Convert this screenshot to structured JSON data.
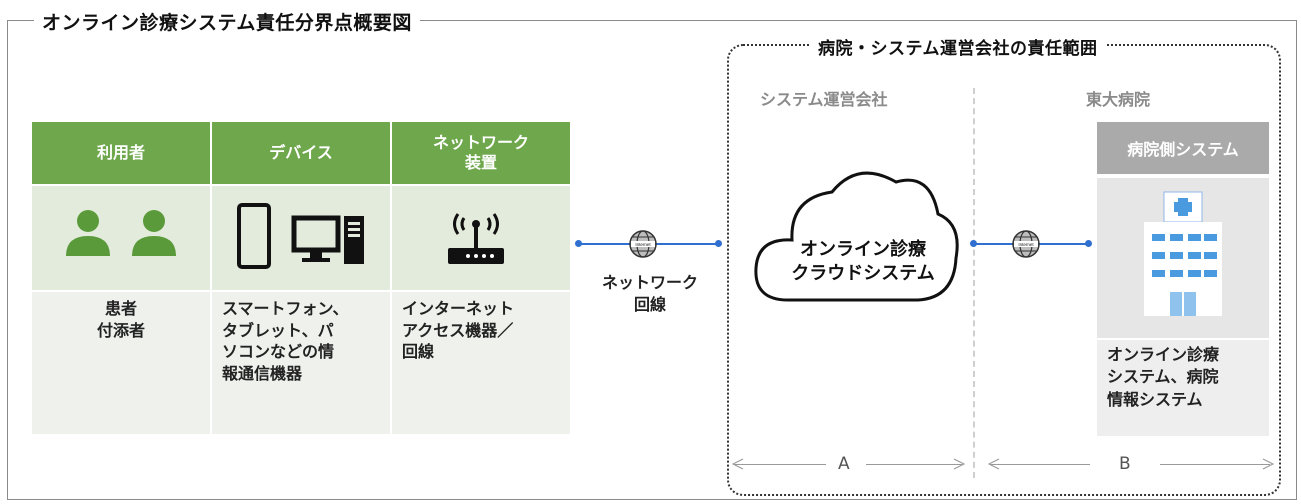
{
  "title": "オンライン診療システム責任分界点概要図",
  "responsibility_title": "病院・システム運営会社の責任範囲",
  "columns": {
    "operator": "システム運営会社",
    "hospital": "東大病院"
  },
  "table": {
    "headers": [
      "利用者",
      "デバイス",
      "ネットワーク\n装置"
    ],
    "descriptions": [
      "患者\n付添者",
      "スマートフォン、\nタブレット、パ\nソコンなどの情\n報通信機器",
      "インターネット\nアクセス機器／\n回線"
    ]
  },
  "network_line_label": "ネットワーク\n回線",
  "globe_label": "Internet",
  "cloud_label": "オンライン診療\nクラウドシステム",
  "hospital_system": {
    "header": "病院側システム",
    "description": "オンライン診療\nシステム、病院\n情報システム"
  },
  "range_labels": {
    "a": "A",
    "b": "B"
  },
  "colors": {
    "green": "#6fa84c",
    "blue_line": "#2f6fd0",
    "gray_header": "#aaaaaa"
  }
}
